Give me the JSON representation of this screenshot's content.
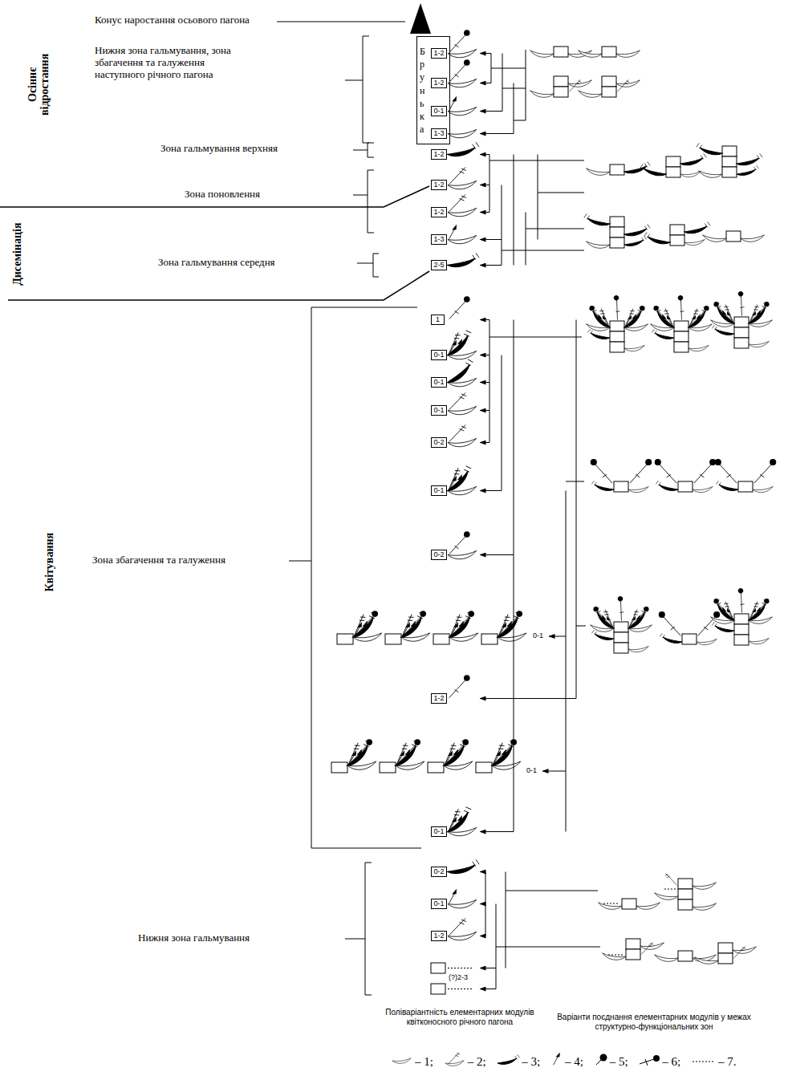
{
  "diagram": {
    "nodes": [
      {
        "text": [
          "Брунька"
        ]
      },
      {
        "text": [
          "1-2"
        ],
        "in": 0
      },
      {
        "text": [
          "1-2"
        ],
        "in": 0
      },
      {
        "text": [
          "0-1"
        ],
        "in": 0
      },
      {
        "text": [
          "1-3"
        ],
        "in": 0
      },
      {
        "text": [
          "1-2"
        ]
      },
      {
        "text": [
          "1-2"
        ]
      },
      {
        "text": [
          "1-2"
        ]
      },
      {
        "text": [
          "1-3"
        ]
      },
      {
        "text": [
          "2-5"
        ]
      },
      {
        "text": [
          "1"
        ]
      },
      {
        "text": [
          "0-1"
        ]
      },
      {
        "text": [
          "0-1"
        ]
      },
      {
        "text": [
          "0-1"
        ]
      },
      {
        "text": [
          "0-2"
        ]
      },
      {
        "text": [
          "0-1"
        ]
      },
      {
        "text": [
          "0-2"
        ]
      },
      {
        "text": [
          "1-2"
        ]
      },
      {
        "text": [
          "0-1"
        ]
      },
      {
        "text": [
          "0-2"
        ]
      },
      {
        "text": [
          "0-1"
        ]
      },
      {
        "text": [
          "1-2"
        ]
      }
    ],
    "labels": [
      "Конус наростання осьового пагона",
      "Осіннє відростання",
      "Нижня зона гальмування, зона збагачення та галуження наступного річного пагона",
      "Зона гальмування верхняя",
      "Зона поновлення",
      "Дисемінація",
      "Зона гальмування середня",
      "Квітування",
      "Зона збагачення та галуження",
      "0-1",
      "0-1",
      "Нижня зона гальмування",
      "(?)2-3",
      "Поліваріантність елементарних модулів квітконосного річного пагона",
      "Варіанти поєднання елементарних модулів у межах структурно-функціональних зон"
    ],
    "legend": [
      {
        "text": "– 1;"
      },
      {
        "text": "– 2;"
      },
      {
        "text": "– 3;"
      },
      {
        "text": "– 4;"
      },
      {
        "text": "– 5;"
      },
      {
        "text": "– 6;"
      },
      {
        "text": "– 7."
      }
    ]
  }
}
